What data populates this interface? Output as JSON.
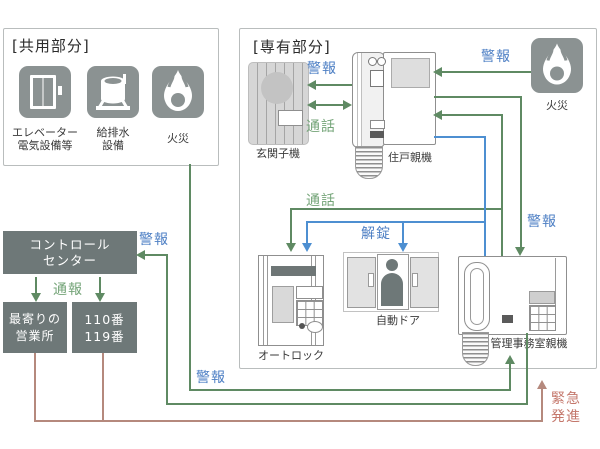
{
  "common_area": {
    "title": "[共用部分]",
    "items": [
      {
        "icon": "elevator-icon",
        "label_lines": [
          "エレベーター",
          "電気設備等"
        ]
      },
      {
        "icon": "water-tank-icon",
        "label_lines": [
          "給排水",
          "設備"
        ]
      },
      {
        "icon": "fire-icon",
        "label_lines": [
          "火災"
        ]
      }
    ]
  },
  "private_area": {
    "title": "[専有部分]",
    "entrance_unit_label": "玄関子機",
    "dwelling_unit_label": "住戸親機",
    "fire_label": "火災",
    "autolock_label": "オートロック",
    "auto_door_label": "自動ドア",
    "office_unit_label": "管理事務室親機"
  },
  "external": {
    "control_center_lines": [
      "コントロール",
      "センター"
    ],
    "nearest_office_lines": [
      "最寄りの",
      "営業所"
    ],
    "emergency_numbers_lines": [
      "110番",
      "119番"
    ]
  },
  "flow_labels": {
    "alarm": "警報",
    "call": "通話",
    "unlock": "解錠",
    "report": "通報",
    "emergency_dispatch_lines": [
      "緊急",
      "発進"
    ]
  },
  "colors": {
    "alarm_line_green": "#5f8a63",
    "unlock_line_blue": "#4d8fd1",
    "dispatch_line_red": "#b5897d",
    "alarm_text_blue": "#4d7fc4",
    "call_text_green": "#74a478",
    "dispatch_text_red": "#c4776b",
    "solid_box_gray": "#6e7878",
    "icon_tile_gray": "#8b9292"
  }
}
